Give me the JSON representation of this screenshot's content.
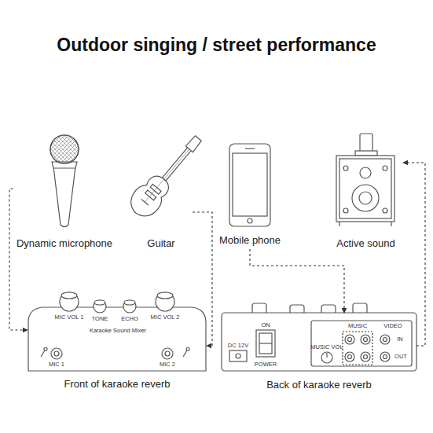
{
  "diagram": {
    "title": "Outdoor singing / street performance",
    "nodes": [
      {
        "text": [
          "Dynamic microphone"
        ]
      },
      {
        "text": [
          "Guitar"
        ]
      },
      {
        "text": [
          "Mobile phone"
        ]
      },
      {
        "text": [
          "Active sound"
        ]
      },
      {
        "text": [
          "Front of karaoke reverb"
        ]
      },
      {
        "text": [
          "Back of karaoke reverb"
        ]
      }
    ],
    "edges": [
      {
        "from": 0,
        "to": 4,
        "arrow": "to"
      },
      {
        "from": 1,
        "to": 4,
        "arrow": "to"
      },
      {
        "from": 2,
        "to": 5,
        "arrow": "to"
      },
      {
        "from": 5,
        "to": 3,
        "arrow": "to"
      }
    ],
    "labels": [
      "MIC VOL 1",
      "TONE",
      "ECHO",
      "MIC VOL 2",
      "Karaoke Sound Mixer",
      "MIC 1",
      "MIC 2",
      "ON",
      "DC 12V",
      "POWER",
      "MUSIC VOL",
      "MUSIC",
      "VIDEO",
      "IN",
      "OUT"
    ]
  }
}
